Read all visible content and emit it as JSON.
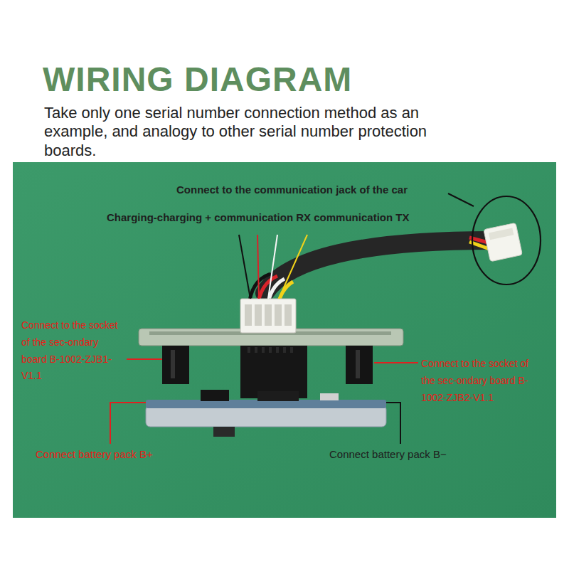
{
  "diagram": {
    "title": "WIRING DIAGRAM",
    "labels": [
      "Take only one serial number connection method as an example, and analogy to other serial number protection boards.",
      "Connect to the communication jack of the car",
      "Charging-charging + communication RX communication TX",
      "Connect to the socket of the sec-ondary board B-1002-ZJB1-V1.1",
      "Connect to the socket of the sec-ondary board B-1002-ZJB2-V1.1",
      "Connect battery pack B+",
      "Connect battery pack B−"
    ]
  }
}
